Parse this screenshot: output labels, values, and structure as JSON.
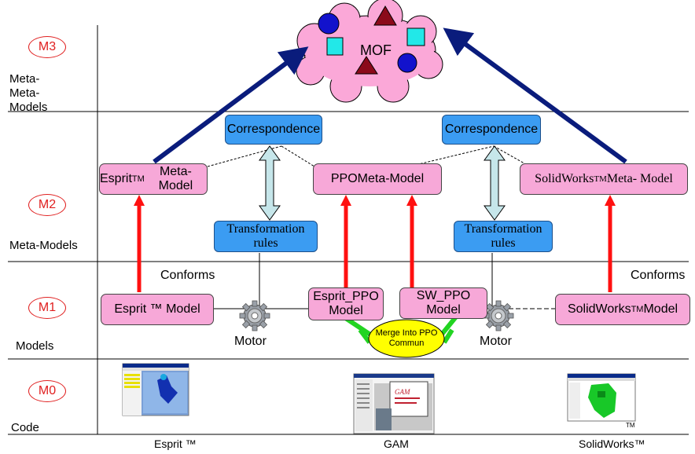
{
  "levels": {
    "m3": {
      "tag": "M3",
      "name_lines": [
        "Meta-",
        "Meta-",
        "Models"
      ]
    },
    "m2": {
      "tag": "M2",
      "name": "Meta-Models"
    },
    "m1": {
      "tag": "M1",
      "name": "Models"
    },
    "m0": {
      "tag": "M0",
      "name": "Code"
    }
  },
  "mof": {
    "label": "MOF"
  },
  "correspondence": {
    "left": "Correspondence",
    "right": "Correspondence"
  },
  "transformation": {
    "left": "Transformation rules",
    "right": "Transformation rules"
  },
  "metamodels": {
    "esprit": {
      "name": "Esprit",
      "tm": "TM",
      "suffix": "Meta-Model"
    },
    "ppo": "PPOMeta-Model",
    "solidworks": {
      "name": "SolidWorks",
      "tm": "TM",
      "suffix": " Meta- Model"
    }
  },
  "models": {
    "esprit": "Esprit ™ Model",
    "esprit_ppo": "Esprit_PPO Model",
    "sw_ppo": "SW_PPO Model",
    "solidworks": {
      "name": "SolidWorks",
      "tm": "TM",
      "suffix": " Model"
    }
  },
  "conforms": {
    "left": "Conforms",
    "right": "Conforms"
  },
  "motor": {
    "left": "Motor",
    "right": "Motor"
  },
  "merge": "Merge Into PPO Commun",
  "code": {
    "esprit": "Esprit ™",
    "gam": "GAM",
    "solidworks": "SolidWorks™",
    "solidworks_tm": "TM",
    "gam_overlay": "GAM"
  },
  "colors": {
    "pink_box": "#f7a8d8",
    "blue_box": "#3b9cf2",
    "arrow_red": "#ff1010",
    "arrow_navy": "#0a1c7c",
    "arrow_lightblue": "#c6e6ea",
    "merge_green": "#22d422",
    "merge_fill": "#ffff00",
    "cloud_pink": "#fba8d8",
    "circle_blue": "#1212cc",
    "triangle_red": "#8b0a1a",
    "square_cyan": "#22e8e8",
    "gear": "#9aa0a8"
  }
}
